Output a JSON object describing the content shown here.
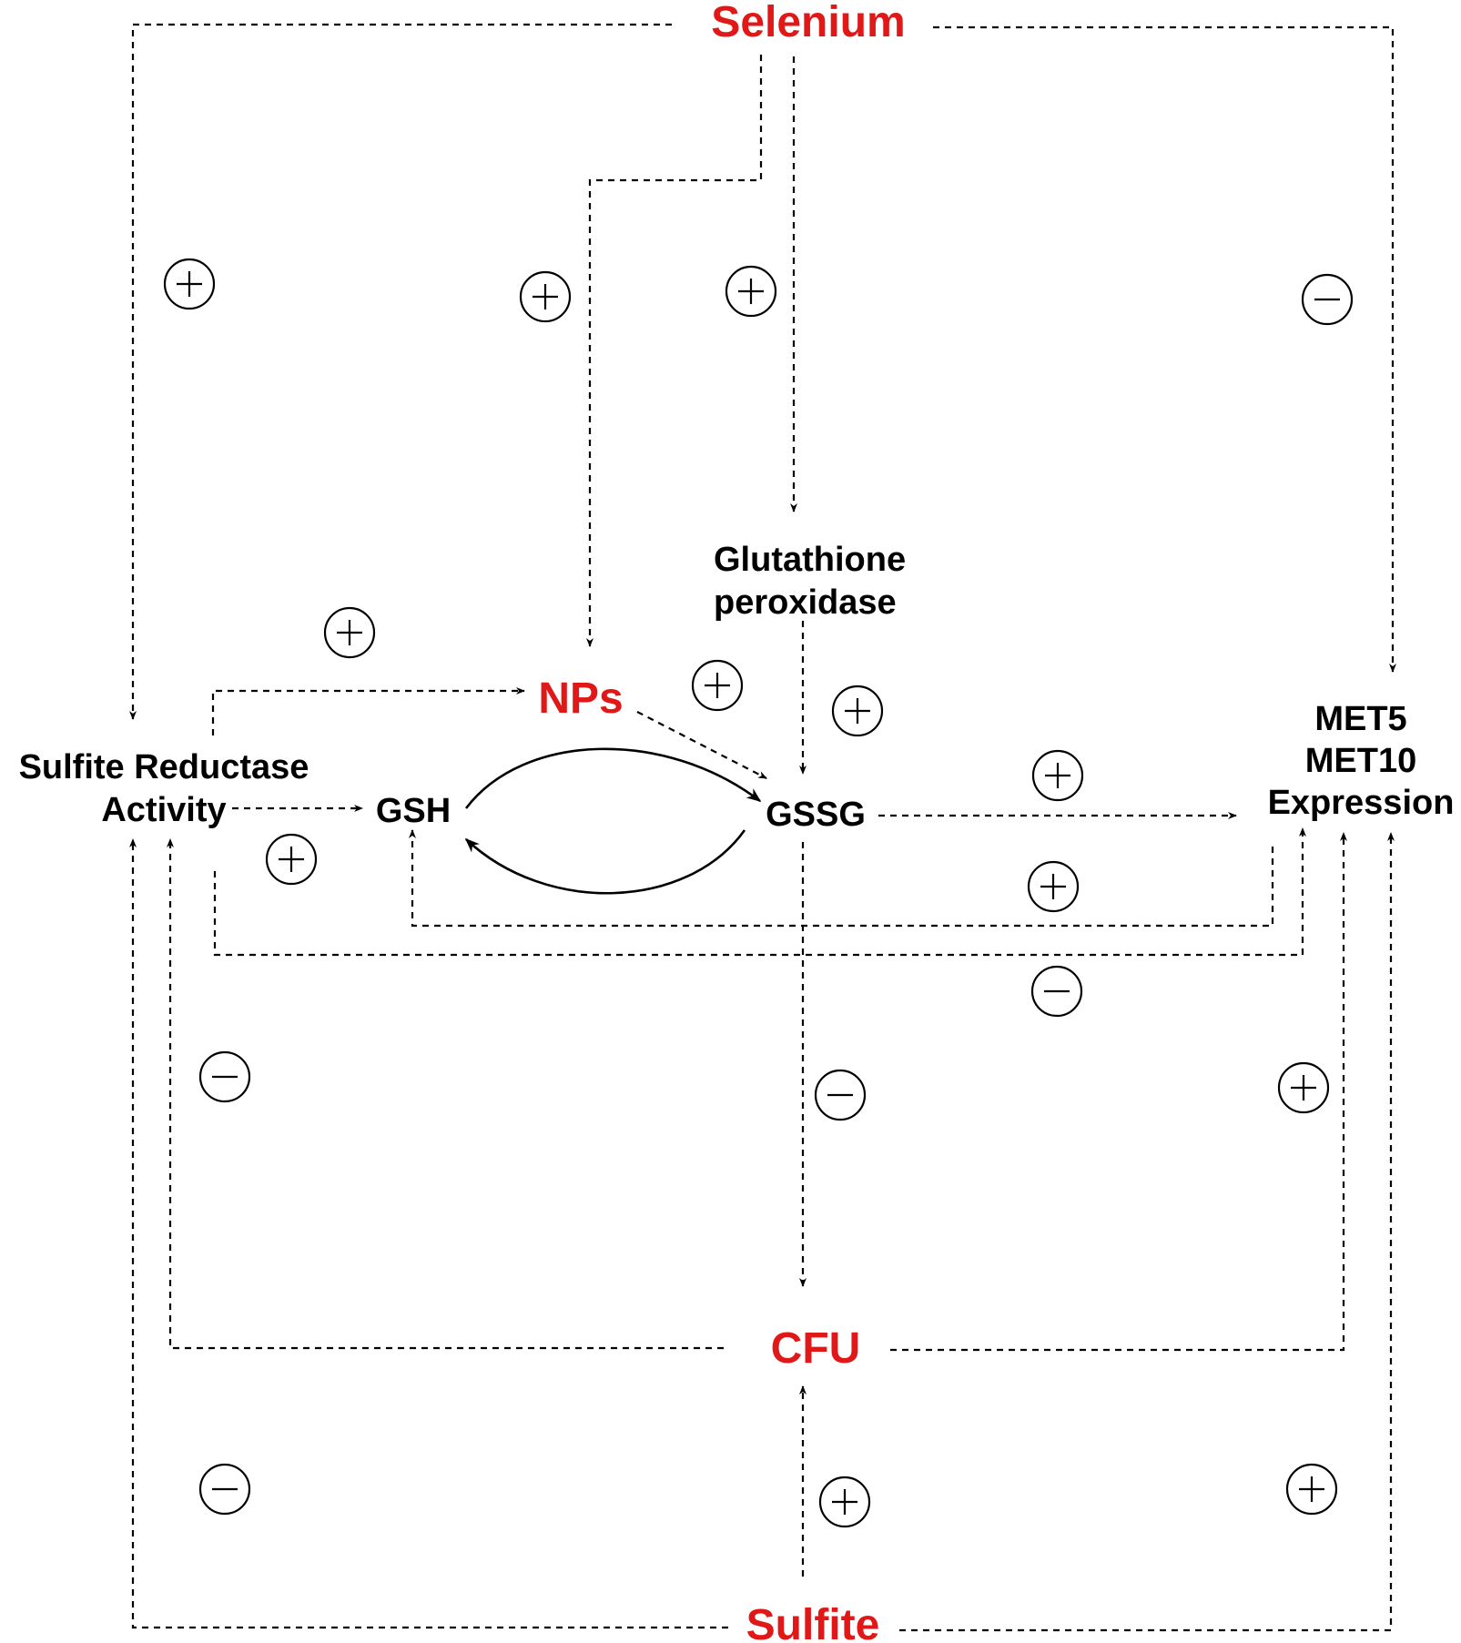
{
  "colors": {
    "key_factor": "#e01818",
    "text": "#000000",
    "background": "#ffffff"
  },
  "labels": {
    "selenium": "Selenium",
    "nps": "NPs",
    "cfu": "CFU",
    "sulfite": "Sulfite",
    "gpx_line1": "Glutathione",
    "gpx_line2": "peroxidase",
    "sra_line1": "Sulfite Reductase",
    "sra_line2": "Activity",
    "gsh": "GSH",
    "gssg": "GSSG",
    "met_line1": "MET5",
    "met_line2": "MET10",
    "met_line3": "Expression"
  },
  "signs": [
    {
      "id": "se-sra",
      "value": "+"
    },
    {
      "id": "se-nps",
      "value": "+"
    },
    {
      "id": "se-gpx",
      "value": "+"
    },
    {
      "id": "se-met",
      "value": "-"
    },
    {
      "id": "sra-nps",
      "value": "+"
    },
    {
      "id": "nps-gssg",
      "value": "+"
    },
    {
      "id": "gpx-gssg",
      "value": "+"
    },
    {
      "id": "sra-gsh",
      "value": "+"
    },
    {
      "id": "gssg-met",
      "value": "+"
    },
    {
      "id": "met-gsh",
      "value": "+"
    },
    {
      "id": "sra-met",
      "value": "-"
    },
    {
      "id": "cfu-sra",
      "value": "-"
    },
    {
      "id": "gssg-cfu",
      "value": "-"
    },
    {
      "id": "cfu-met",
      "value": "+"
    },
    {
      "id": "sulfite-sra",
      "value": "-"
    },
    {
      "id": "sulfite-cfu",
      "value": "+"
    },
    {
      "id": "sulfite-met",
      "value": "+"
    }
  ]
}
